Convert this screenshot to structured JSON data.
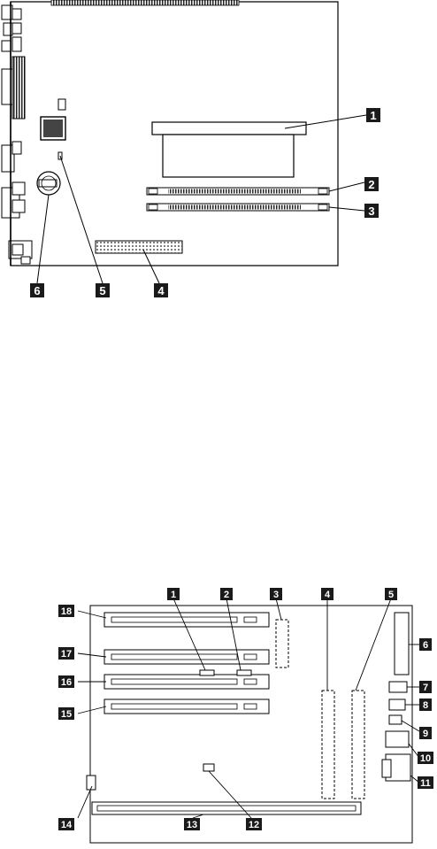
{
  "diagram_top": {
    "callouts": [
      "1",
      "2",
      "3",
      "4",
      "5",
      "6"
    ]
  },
  "diagram_bottom": {
    "callouts": [
      "1",
      "2",
      "3",
      "4",
      "5",
      "6",
      "7",
      "8",
      "9",
      "10",
      "11",
      "12",
      "13",
      "14",
      "15",
      "16",
      "17",
      "18"
    ]
  },
  "colors": {
    "line": "#000000",
    "callout_bg": "#1a1a1a",
    "callout_fg": "#ffffff",
    "hatch": "#333333"
  }
}
